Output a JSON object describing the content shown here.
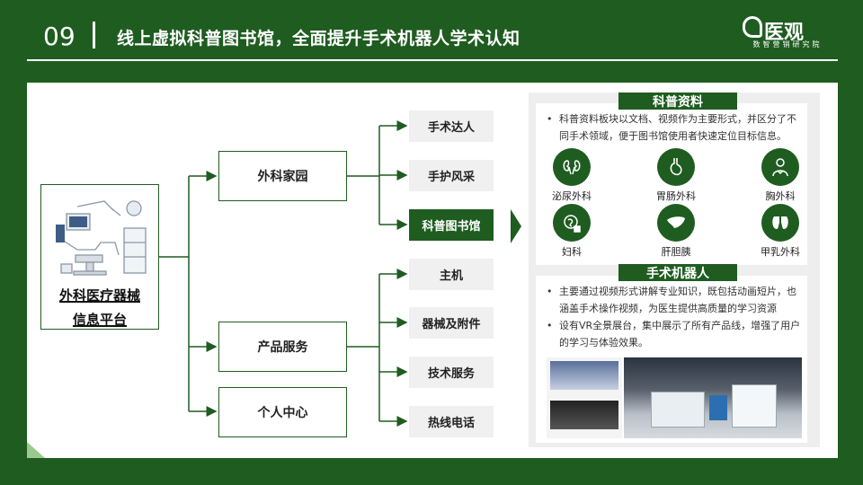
{
  "header": {
    "number": "09",
    "title": "线上虚拟科普图书馆，全面提升手术机器人学术认知",
    "logo_main": "医观",
    "logo_sub": "数智营销研究院"
  },
  "diagram": {
    "root_line1": "外科医疗器械",
    "root_line2": "信息平台",
    "level1": [
      "外科家园",
      "产品服务",
      "个人中心"
    ],
    "home_children": [
      "手术达人",
      "手护风采",
      "科普图书馆"
    ],
    "service_children": [
      "主机",
      "器械及附件",
      "技术服务",
      "热线电话"
    ]
  },
  "panel": {
    "science": {
      "heading": "科普资料",
      "bullet": "科普资料板块以文档、视频作为主要形式，并区分了不同手术领域，便于图书馆使用者快速定位目标信息。",
      "departments": [
        {
          "label": "泌尿外科",
          "icon": "kidney-icon"
        },
        {
          "label": "胃肠外科",
          "icon": "stomach-icon"
        },
        {
          "label": "胸外科",
          "icon": "lungs-icon"
        },
        {
          "label": "妇科",
          "icon": "uterus-icon"
        },
        {
          "label": "肝胆胰",
          "icon": "liver-icon"
        },
        {
          "label": "甲乳外科",
          "icon": "thyroid-icon"
        }
      ]
    },
    "robot": {
      "heading": "手术机器人",
      "bullets": [
        "主要通过视频形式讲解专业知识，既包括动画短片，也涵盖手术操作视频，为医生提供高质量的学习资源",
        "设有VR全景展台，集中展示了所有产品线，增强了用户的学习与体验效果。"
      ]
    }
  },
  "colors": {
    "brand": "#1f5c20",
    "light": "#f0f0f0"
  }
}
